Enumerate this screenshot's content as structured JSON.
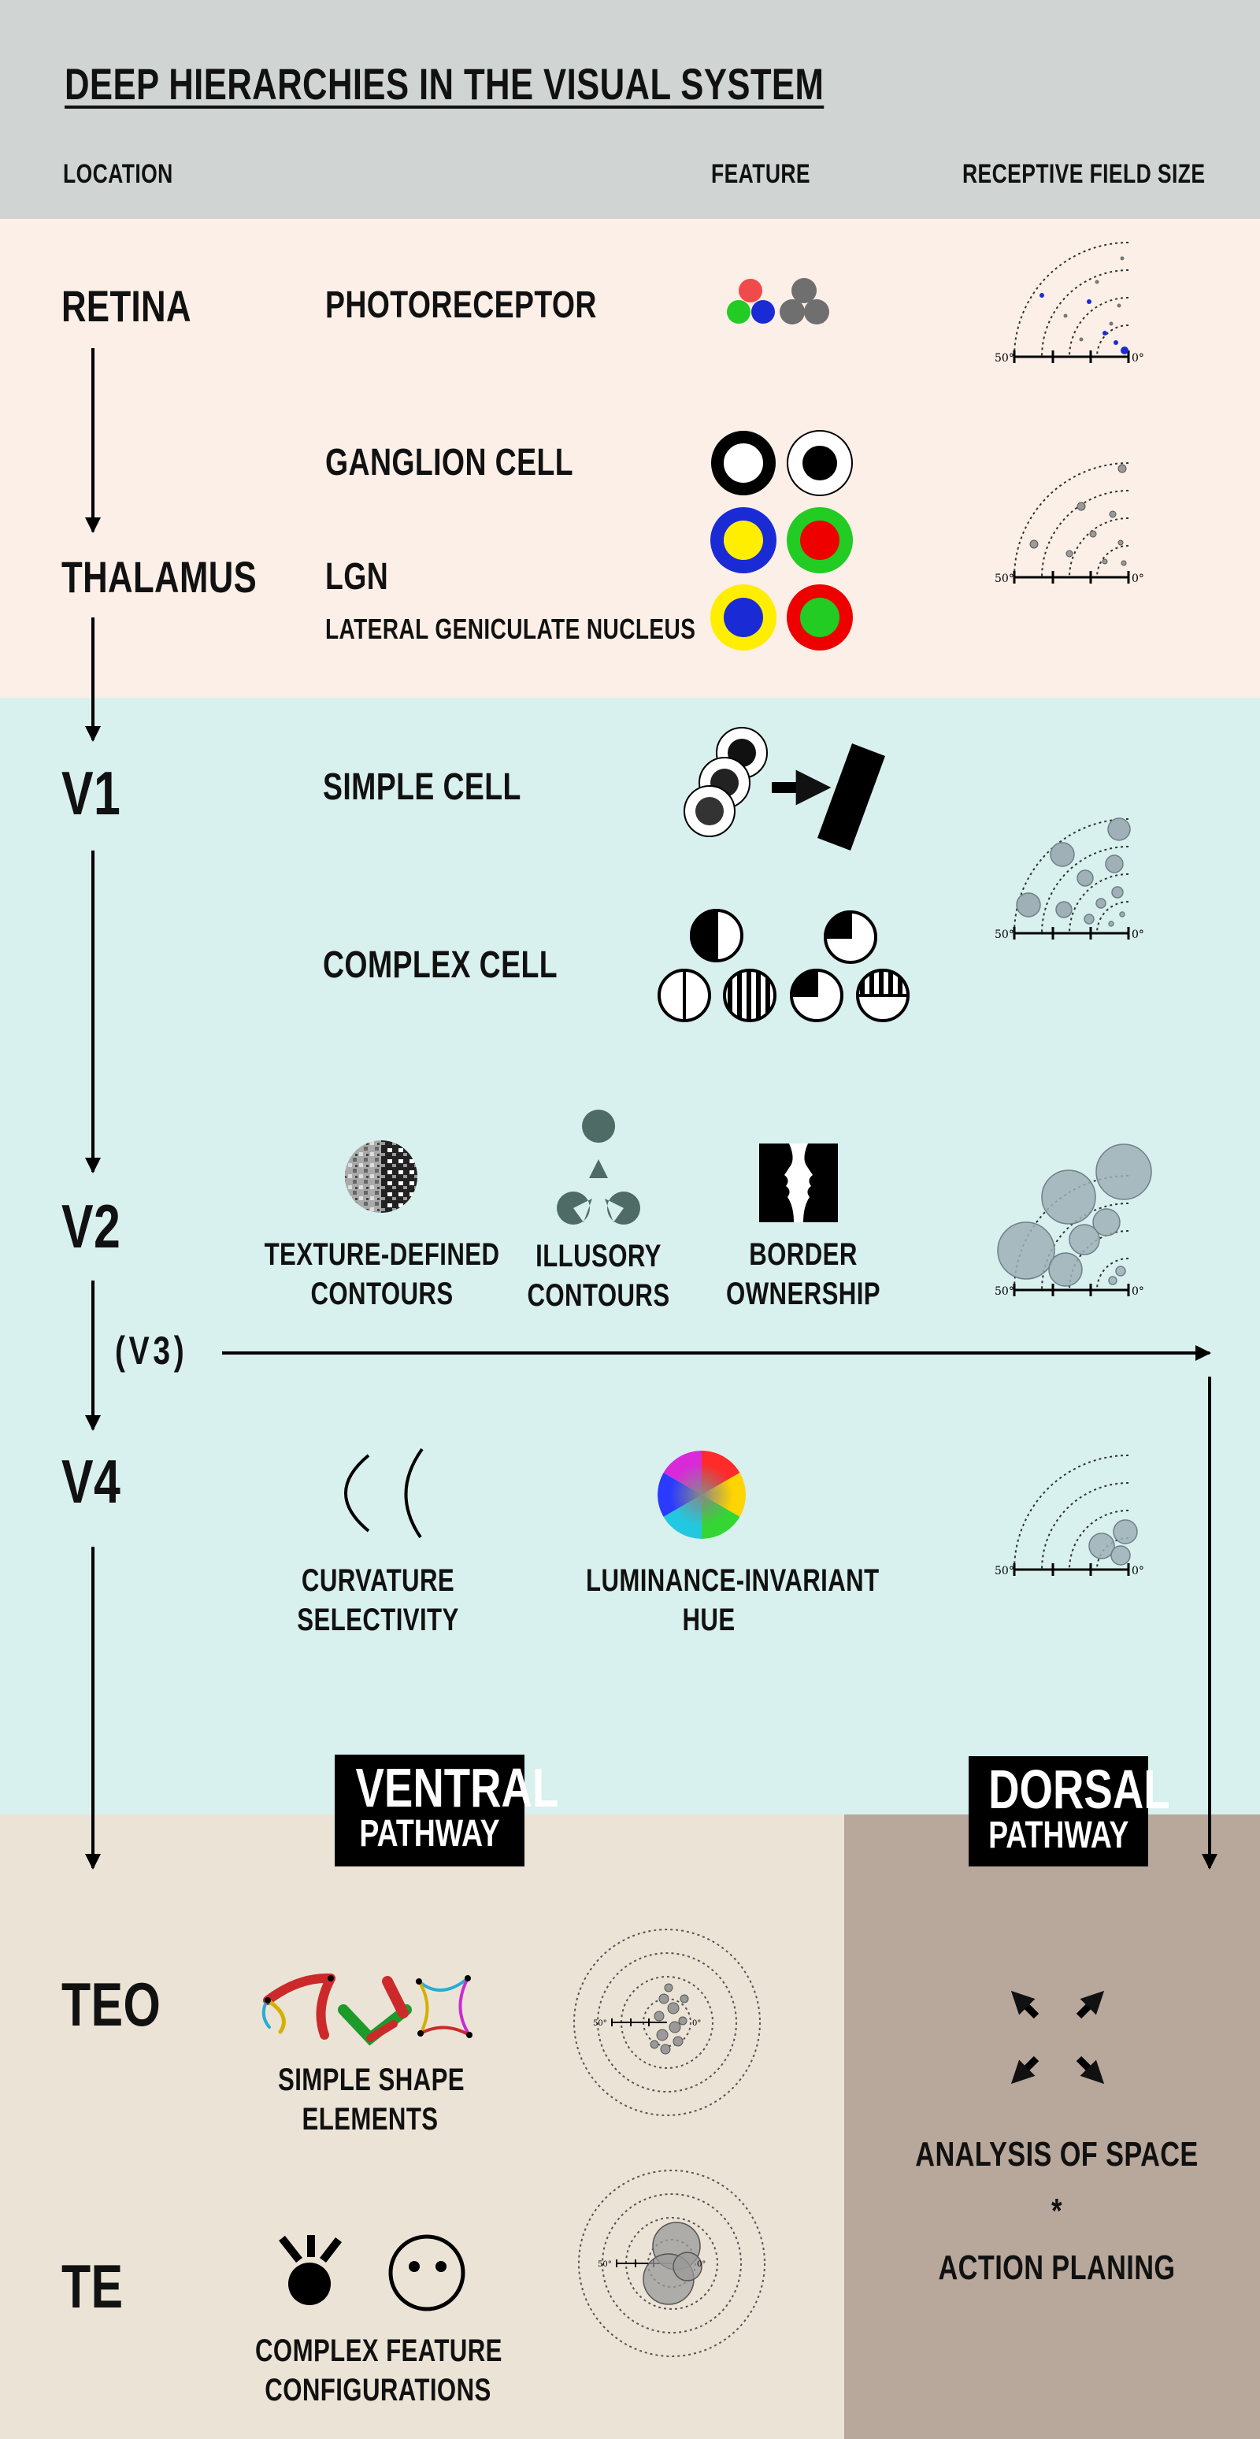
{
  "title": "DEEP HIERARCHIES IN THE VISUAL SYSTEM",
  "headers": {
    "location": "LOCATION",
    "feature": "FEATURE",
    "rf_size": "RECEPTIVE FIELD SIZE"
  },
  "locations": {
    "retina": "RETINA",
    "thalamus": "THALAMUS",
    "v1": "V1",
    "v2": "V2",
    "v3": "(V3)",
    "v4": "V4",
    "teo": "TEO",
    "te": "TE"
  },
  "cells": {
    "photoreceptor": "PHOTORECEPTOR",
    "ganglion": "GANGLION CELL",
    "lgn": "LGN",
    "lgn_full": "LATERAL GENICULATE NUCLEUS",
    "simple": "SIMPLE CELL",
    "complex": "COMPLEX CELL"
  },
  "features": {
    "texture": [
      "TEXTURE-DEFINED",
      "CONTOURS"
    ],
    "illusory": [
      "ILLUSORY",
      "CONTOURS"
    ],
    "border": [
      "BORDER",
      "OWNERSHIP"
    ],
    "curvature": [
      "CURVATURE",
      "SELECTIVITY"
    ],
    "hue": [
      "LUMINANCE-INVARIANT",
      "HUE"
    ],
    "simple_shape": [
      "SIMPLE SHAPE",
      "ELEMENTS"
    ],
    "complex_feature": [
      "COMPLEX FEATURE",
      "CONFIGURATIONS"
    ]
  },
  "pathways": {
    "ventral": {
      "line1": "VENTRAL",
      "line2": "PATHWAY"
    },
    "dorsal": {
      "line1": "DORSAL",
      "line2": "PATHWAY"
    }
  },
  "dorsal_text": {
    "line1": "ANALYSIS OF SPACE",
    "sep": "*",
    "line2": "ACTION PLANING"
  },
  "rf_axis": {
    "left": "50°",
    "right": "0°"
  },
  "colors": {
    "header_bg": "#d0d5d4",
    "retina_bg": "#fbefe7",
    "cortex_bg": "#d8f0ee",
    "ventral_bg": "#ebe3d6",
    "dorsal_bg": "#b8a79b",
    "red": "#f04a4a",
    "green": "#22cc22",
    "blue": "#1a2bd6",
    "yellow": "#ffee00",
    "rf_circle": "#9fb0b7",
    "illusory": "#4f6b66"
  },
  "icons": [
    "arrow-down-icon",
    "arrow-right-icon",
    "four-arrows-icon",
    "face-icon",
    "rubin-vase-icon",
    "color-wheel-icon"
  ]
}
